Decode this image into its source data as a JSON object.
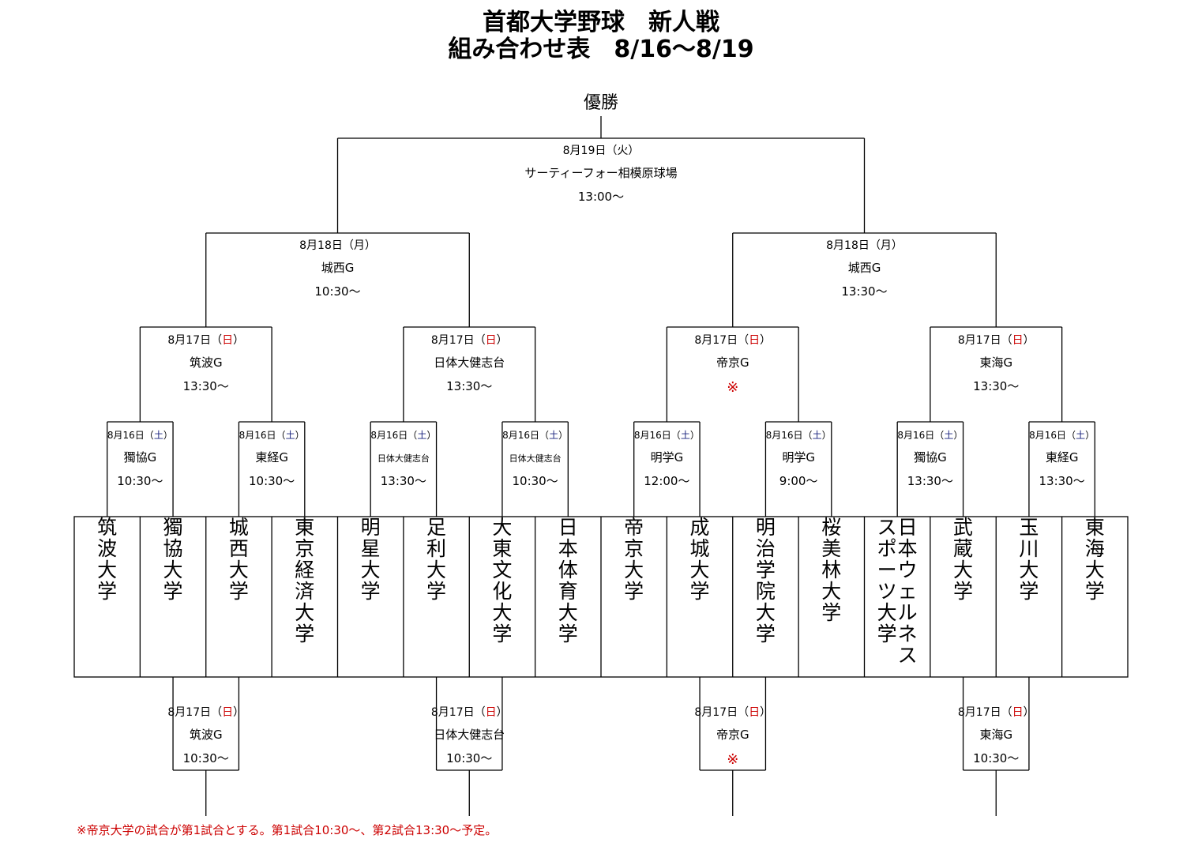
{
  "title_line1": "首都大学野球　新人戦",
  "title_line2": "組み合わせ表　8/16～8/19",
  "champion_label": "優勝",
  "teams": [
    "筑波大学",
    "獨協大学",
    "城西大学",
    "東京経済大学",
    "明星大学",
    "足利大学",
    "大東文化大学",
    "日本体育大学",
    "帝京大学",
    "成城大学",
    "明治学院大学",
    "桜美林大学",
    "日本ウェルネススポーツ大学",
    "武蔵大学",
    "玉川大学",
    "東海大学"
  ],
  "round1": [
    {
      "date": "8月16日",
      "day": "土",
      "venue": "獨協G",
      "time": "10:30～"
    },
    {
      "date": "8月16日",
      "day": "土",
      "venue": "東経G",
      "time": "10:30～"
    },
    {
      "date": "8月16日",
      "day": "土",
      "venue": "日体大健志台",
      "time": "13:30～"
    },
    {
      "date": "8月16日",
      "day": "土",
      "venue": "日体大健志台",
      "time": "10:30～"
    },
    {
      "date": "8月16日",
      "day": "土",
      "venue": "明学G",
      "time": "12:00～"
    },
    {
      "date": "8月16日",
      "day": "土",
      "venue": "明学G",
      "time": "9:00～"
    },
    {
      "date": "8月16日",
      "day": "土",
      "venue": "獨協G",
      "time": "13:30～"
    },
    {
      "date": "8月16日",
      "day": "土",
      "venue": "東経G",
      "time": "13:30～"
    }
  ],
  "round2": [
    {
      "date": "8月17日",
      "day": "日",
      "venue": "筑波G",
      "time": "13:30～"
    },
    {
      "date": "8月17日",
      "day": "日",
      "venue": "日体大健志台",
      "time": "13:30～"
    },
    {
      "date": "8月17日",
      "day": "日",
      "venue": "帝京G",
      "note": "※"
    },
    {
      "date": "8月17日",
      "day": "日",
      "venue": "東海G",
      "time": "13:30～"
    }
  ],
  "round3": [
    {
      "date": "8月18日",
      "day": "月",
      "venue": "城西G",
      "time": "10:30～"
    },
    {
      "date": "8月18日",
      "day": "月",
      "venue": "城西G",
      "time": "13:30～"
    }
  ],
  "final": {
    "date": "8月19日",
    "day": "火",
    "venue": "サーティーフォー相模原球場",
    "time": "13:00～"
  },
  "lower_round": [
    {
      "date": "8月17日",
      "day": "日",
      "venue": "筑波G",
      "time": "10:30～"
    },
    {
      "date": "8月17日",
      "day": "日",
      "venue": "日体大健志台",
      "time": "10:30～"
    },
    {
      "date": "8月17日",
      "day": "日",
      "venue": "帝京G",
      "note": "※"
    },
    {
      "date": "8月17日",
      "day": "日",
      "venue": "東海G",
      "time": "10:30～"
    }
  ],
  "footnote": "※帝京大学の試合が第1試合とする。第1試合10:30～、第2試合13:30～予定。",
  "colors": {
    "sunday": "#cc0000",
    "saturday": "#1a237e",
    "note": "#cc0000",
    "line": "#000000"
  }
}
